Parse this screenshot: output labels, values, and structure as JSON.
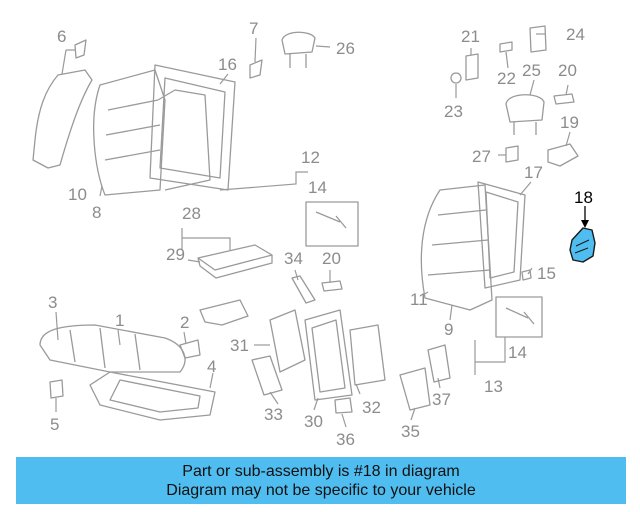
{
  "callouts": [
    {
      "id": "n1",
      "label": "1"
    },
    {
      "id": "n2",
      "label": "2"
    },
    {
      "id": "n3",
      "label": "3"
    },
    {
      "id": "n4",
      "label": "4"
    },
    {
      "id": "n5",
      "label": "5"
    },
    {
      "id": "n6",
      "label": "6"
    },
    {
      "id": "n7",
      "label": "7"
    },
    {
      "id": "n8",
      "label": "8"
    },
    {
      "id": "n9",
      "label": "9"
    },
    {
      "id": "n10",
      "label": "10"
    },
    {
      "id": "n11",
      "label": "11"
    },
    {
      "id": "n12",
      "label": "12"
    },
    {
      "id": "n13",
      "label": "13"
    },
    {
      "id": "n14a",
      "label": "14"
    },
    {
      "id": "n14b",
      "label": "14"
    },
    {
      "id": "n15",
      "label": "15"
    },
    {
      "id": "n16",
      "label": "16"
    },
    {
      "id": "n17",
      "label": "17"
    },
    {
      "id": "n18",
      "label": "18"
    },
    {
      "id": "n19",
      "label": "19"
    },
    {
      "id": "n20a",
      "label": "20"
    },
    {
      "id": "n20b",
      "label": "20"
    },
    {
      "id": "n21",
      "label": "21"
    },
    {
      "id": "n22",
      "label": "22"
    },
    {
      "id": "n23",
      "label": "23"
    },
    {
      "id": "n24",
      "label": "24"
    },
    {
      "id": "n25",
      "label": "25"
    },
    {
      "id": "n26",
      "label": "26"
    },
    {
      "id": "n27",
      "label": "27"
    },
    {
      "id": "n28",
      "label": "28"
    },
    {
      "id": "n29",
      "label": "29"
    },
    {
      "id": "n30",
      "label": "30"
    },
    {
      "id": "n31",
      "label": "31"
    },
    {
      "id": "n32",
      "label": "32"
    },
    {
      "id": "n33",
      "label": "33"
    },
    {
      "id": "n34",
      "label": "34"
    },
    {
      "id": "n35",
      "label": "35"
    },
    {
      "id": "n36",
      "label": "36"
    },
    {
      "id": "n37",
      "label": "37"
    }
  ],
  "highlight": {
    "part_number": "18",
    "color": "#4fbdf0"
  },
  "banner": {
    "line1": "Part or sub-assembly is #18 in diagram",
    "line2": "Diagram may not be specific to your vehicle"
  },
  "colors": {
    "line": "#9a9a9a",
    "label": "#8c8c8c",
    "banner": "#4fbdf0"
  }
}
